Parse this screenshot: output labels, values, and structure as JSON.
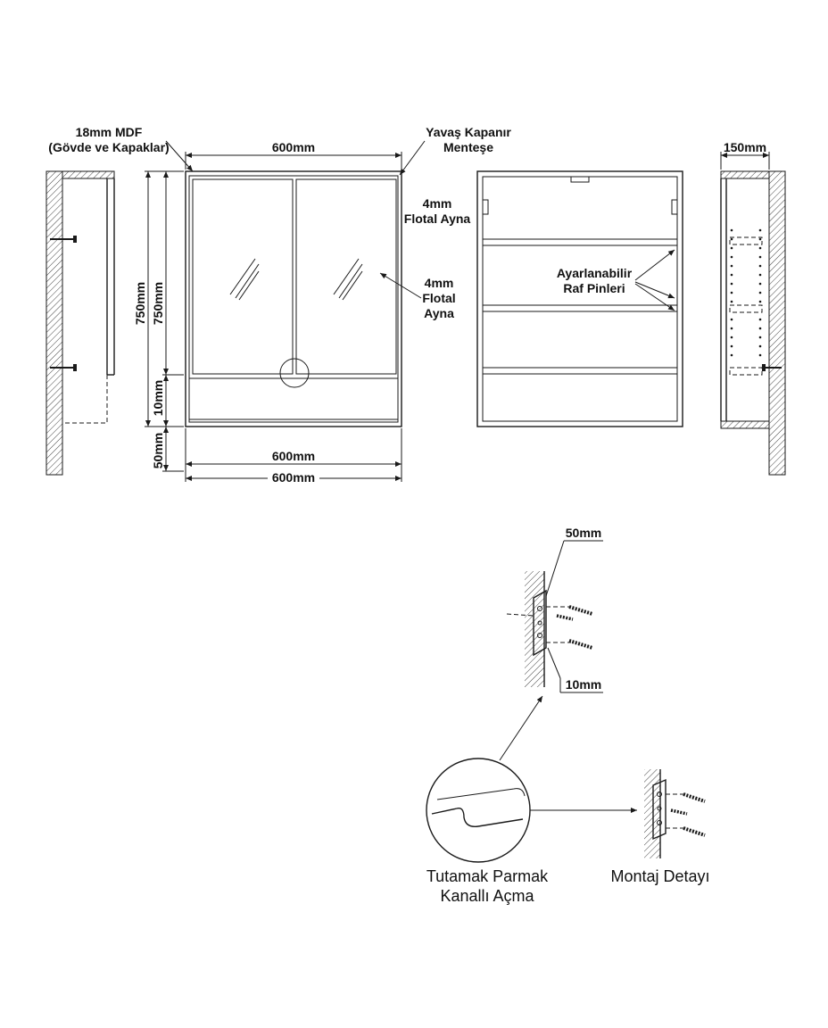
{
  "labels": {
    "material": "18mm MDF",
    "material_sub": "(Gövde ve Kapaklar)",
    "hinge_line1": "Yavaş Kapanır",
    "hinge_line2": "Menteşe",
    "width_top": "600mm",
    "width_bottom1": "600mm",
    "width_bottom2": "600mm",
    "height_outer": "750mm",
    "height_inner": "750mm",
    "gap_10": "10mm",
    "gap_50": "50mm",
    "mirror_front_l1": "4mm",
    "mirror_front_l2": "Flotal",
    "mirror_front_l3": "Ayna",
    "mirror_inner_l1": "4mm",
    "mirror_inner_l2": "Flotal Ayna",
    "shelf_pins_l1": "Ayarlanabilir",
    "shelf_pins_l2": "Raf Pinleri",
    "depth": "150mm",
    "bracket_50": "50mm",
    "bracket_10": "10mm",
    "handle_l1": "Tutamak Parmak",
    "handle_l2": "Kanallı Açma",
    "mount_detail": "Montaj Detayı"
  },
  "colors": {
    "line": "#1a1a1a",
    "hatch": "#555555",
    "background": "#ffffff"
  },
  "icons": [
    "wall-hatch",
    "screw-icon",
    "hinge-icon",
    "mirror-glare-icon",
    "bracket-icon"
  ]
}
